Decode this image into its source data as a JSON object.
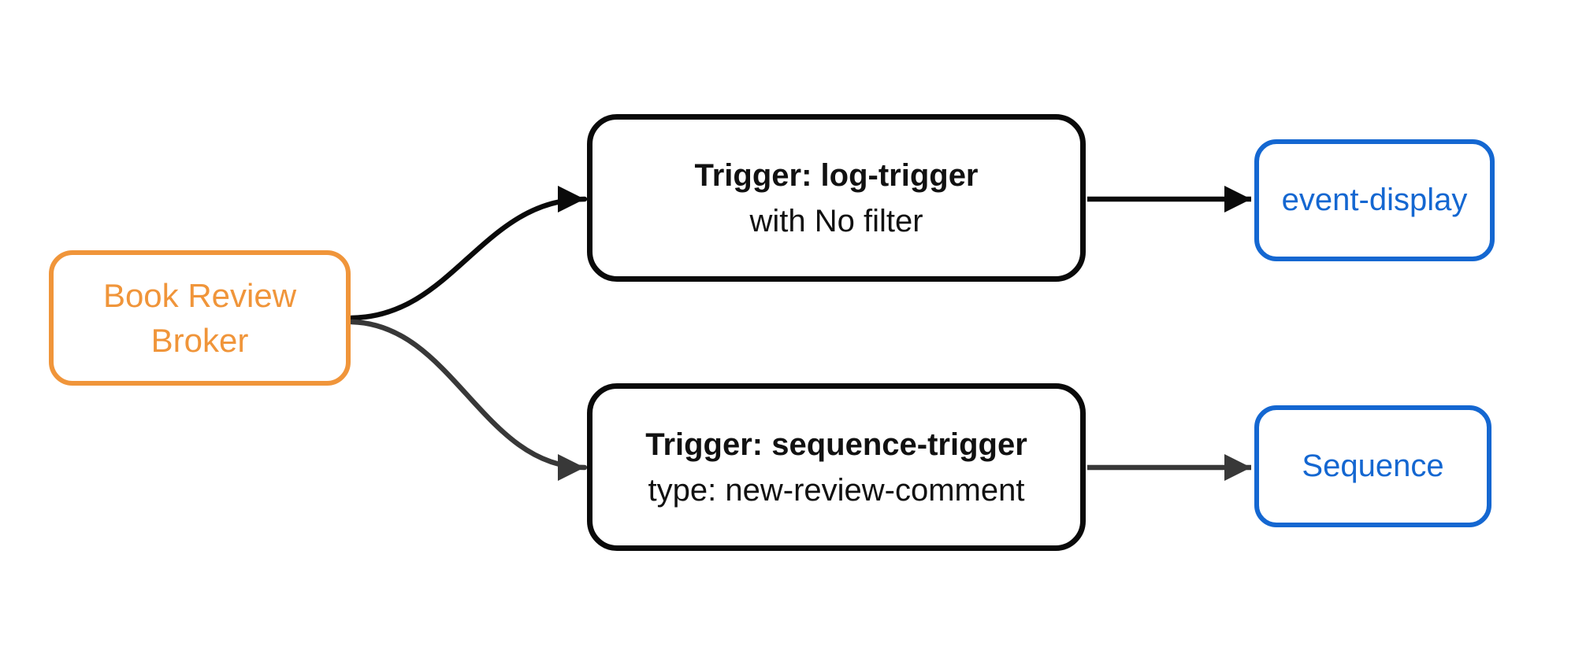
{
  "diagram": {
    "type": "flowchart",
    "direction": "left-to-right",
    "background": "#FFFFFF",
    "colors": {
      "broker_orange": "#F0953A",
      "trigger_border_black": "#0A0A0A",
      "sink_blue": "#1467D1",
      "edge_dark": "#0A0A0A",
      "edge_gray": "#383838"
    },
    "nodes": [
      {
        "id": "book-review-broker",
        "kind": "broker",
        "label_lines": [
          "Book Review",
          "Broker"
        ],
        "border_color": "#F0953A",
        "text_color": "#F0953A"
      },
      {
        "id": "log-trigger",
        "kind": "trigger",
        "title": "Trigger: log-trigger",
        "subtitle": "with No filter",
        "border_color": "#0A0A0A",
        "text_color": "#111111"
      },
      {
        "id": "sequence-trigger",
        "kind": "trigger",
        "title": "Trigger: sequence-trigger",
        "subtitle": "type: new-review-comment",
        "border_color": "#0A0A0A",
        "text_color": "#111111"
      },
      {
        "id": "event-display",
        "kind": "sink",
        "label": "event-display",
        "border_color": "#1467D1",
        "text_color": "#1467D1"
      },
      {
        "id": "sequence",
        "kind": "sink",
        "label": "Sequence",
        "border_color": "#1467D1",
        "text_color": "#1467D1"
      }
    ],
    "edges": [
      {
        "from": "book-review-broker",
        "to": "log-trigger",
        "color": "#0A0A0A",
        "style": "curved",
        "arrowhead": "triangle"
      },
      {
        "from": "book-review-broker",
        "to": "sequence-trigger",
        "color": "#383838",
        "style": "curved",
        "arrowhead": "triangle"
      },
      {
        "from": "log-trigger",
        "to": "event-display",
        "color": "#0A0A0A",
        "style": "straight",
        "arrowhead": "triangle"
      },
      {
        "from": "sequence-trigger",
        "to": "sequence",
        "color": "#383838",
        "style": "straight",
        "arrowhead": "triangle"
      }
    ]
  }
}
